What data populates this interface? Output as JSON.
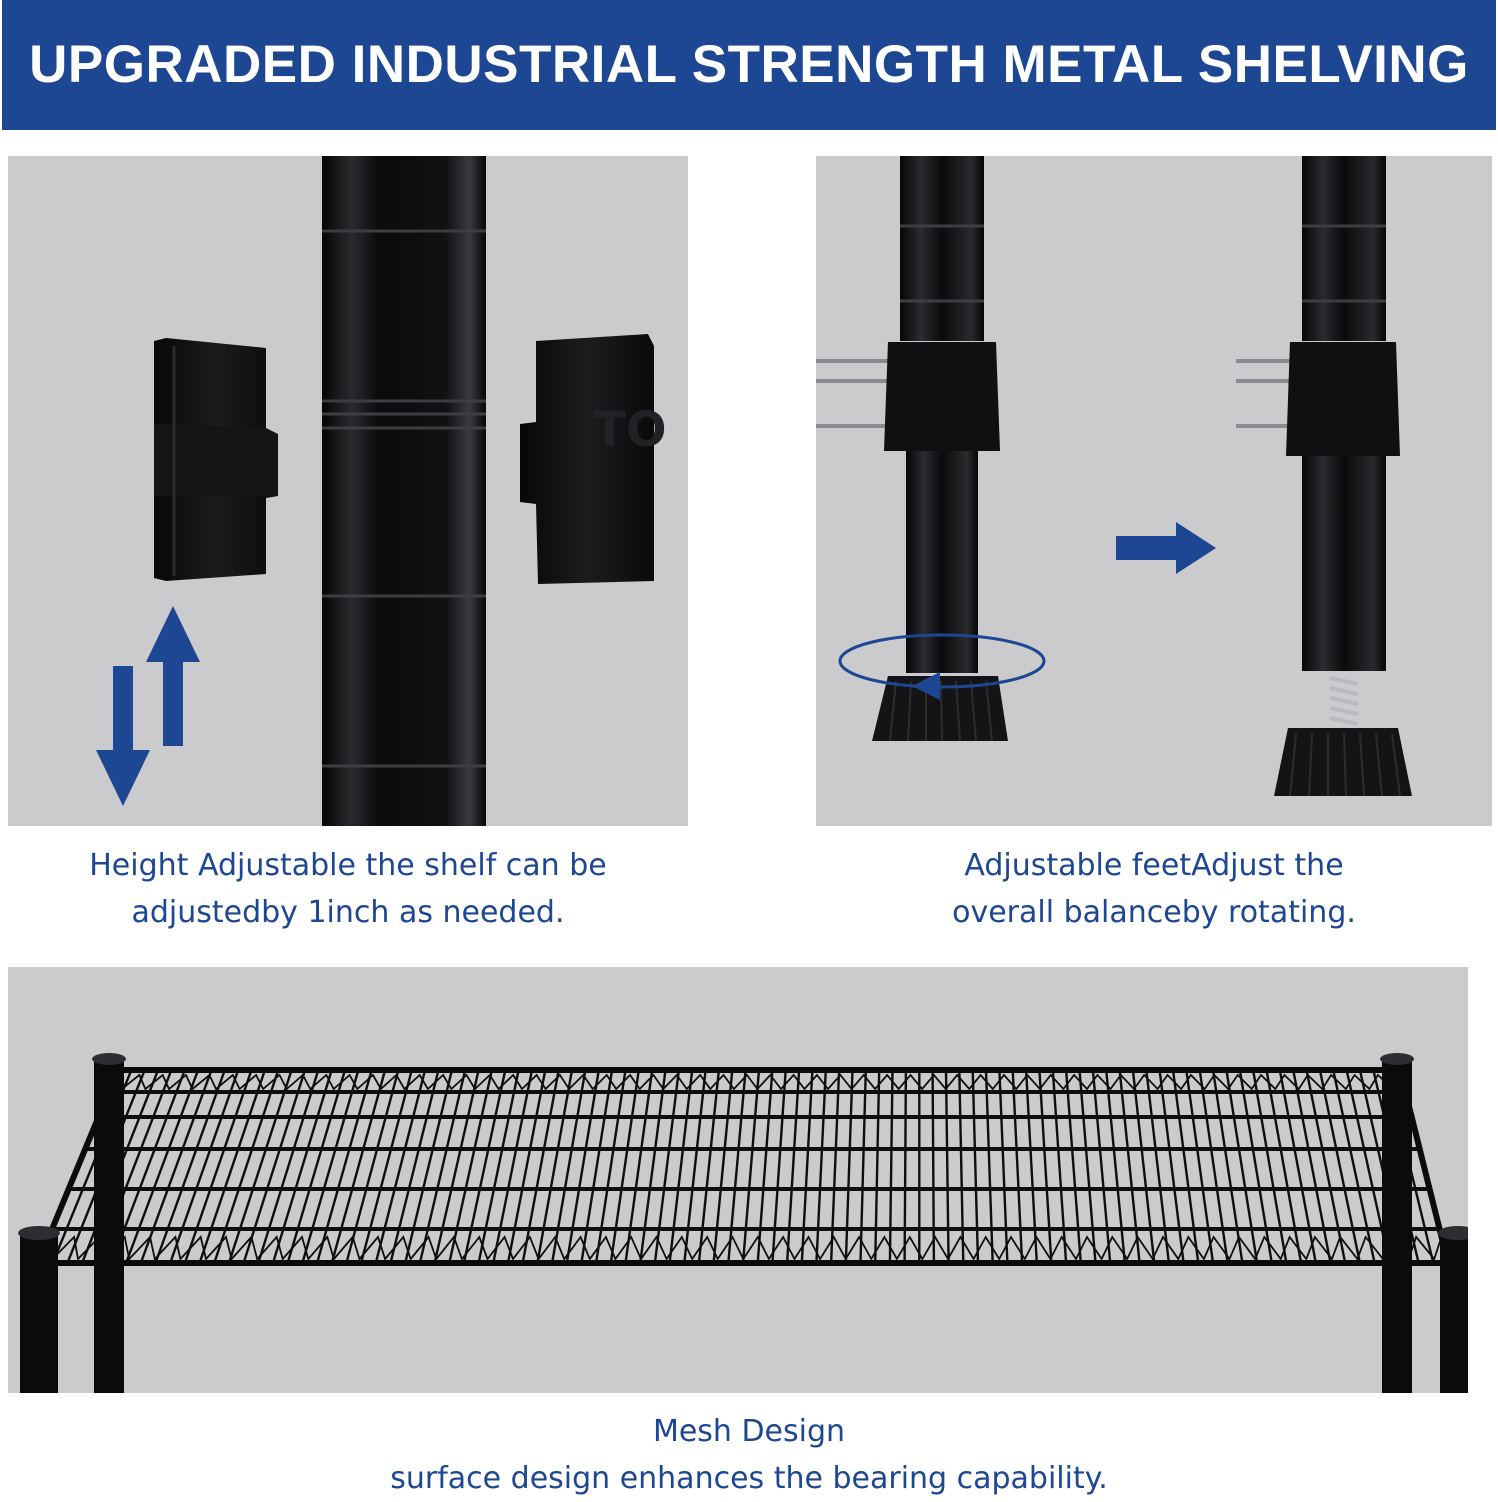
{
  "header": {
    "title": "UPGRADED INDUSTRIAL STRENGTH METAL SHELVING"
  },
  "features": [
    {
      "line1": "Height Adjustable the shelf can be",
      "line2": "adjustedby 1inch as needed."
    },
    {
      "line1": "Adjustable feetAdjust the",
      "line2": "overall balanceby rotating."
    },
    {
      "line1": "Mesh Design",
      "line2": "surface design enhances the bearing capability."
    }
  ],
  "colors": {
    "banner": "#1d4693",
    "caption_text": "#1d4693",
    "arrow": "#1d4693",
    "panel_bg": "#cbcbcd",
    "metal": "#0d0d0f"
  },
  "icons": [
    "up-down-arrows-icon",
    "right-arrow-icon",
    "rotate-arrow-icon"
  ]
}
